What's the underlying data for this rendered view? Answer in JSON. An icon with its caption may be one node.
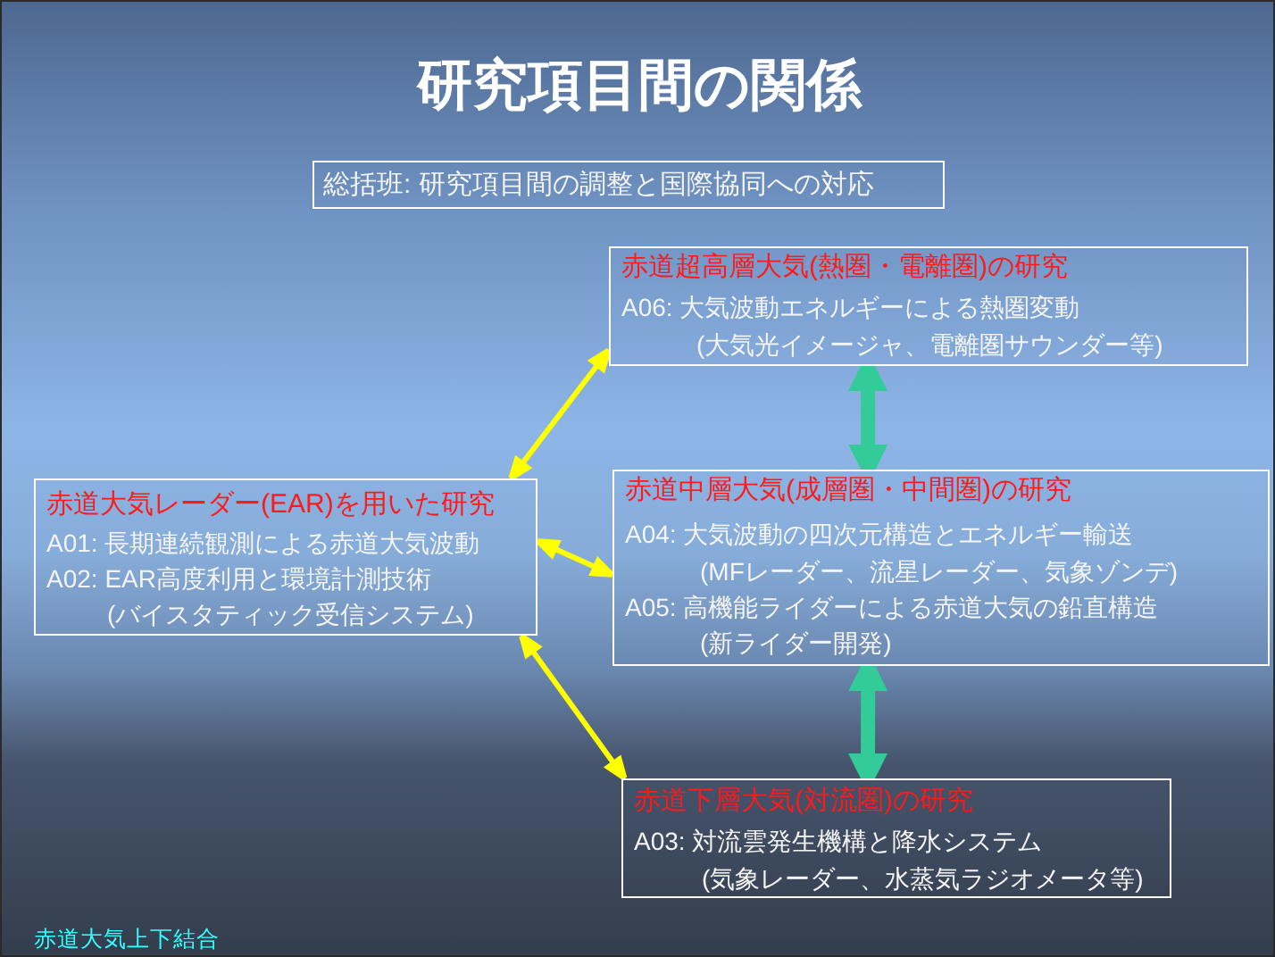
{
  "diagram": {
    "title": "研究項目間の関係",
    "nodes": [
      {
        "text": [
          "総括班: 研究項目間の調整と国際協同への対応"
        ]
      },
      {
        "text": [
          "赤道超高層大気(熱圏・電離圏)の研究",
          "A06: 大気波動エネルギーによる熱圏変動",
          "(大気光イメージャ、電離圏サウンダー等)"
        ]
      },
      {
        "text": [
          "赤道大気レーダー(EAR)を用いた研究",
          "A01: 長期連続観測による赤道大気波動",
          "A02: EAR高度利用と環境計測技術",
          "(バイスタティック受信システム)"
        ]
      },
      {
        "text": [
          "赤道中層大気(成層圏・中間圏)の研究",
          "A04: 大気波動の四次元構造とエネルギー輸送",
          "(MFレーダー、流星レーダー、気象ゾンデ)",
          "A05: 高機能ライダーによる赤道大気の鉛直構造",
          "(新ライダー開発)"
        ]
      },
      {
        "text": [
          "赤道下層大気(対流圏)の研究",
          "A03: 対流雲発生機構と降水システム",
          "(気象レーダー、水蒸気ラジオメータ等)"
        ]
      }
    ],
    "edges": [
      {
        "from": 2,
        "to": 1,
        "arrow": "both"
      },
      {
        "from": 2,
        "to": 3,
        "arrow": "both"
      },
      {
        "from": 2,
        "to": 4,
        "arrow": "both"
      },
      {
        "from": 1,
        "to": 3,
        "arrow": "both",
        "style": "thick",
        "color": "#33cc99"
      },
      {
        "from": 3,
        "to": 4,
        "arrow": "both",
        "style": "thick",
        "color": "#33cc99"
      }
    ],
    "labels": [
      "赤道大気上下結合"
    ]
  }
}
